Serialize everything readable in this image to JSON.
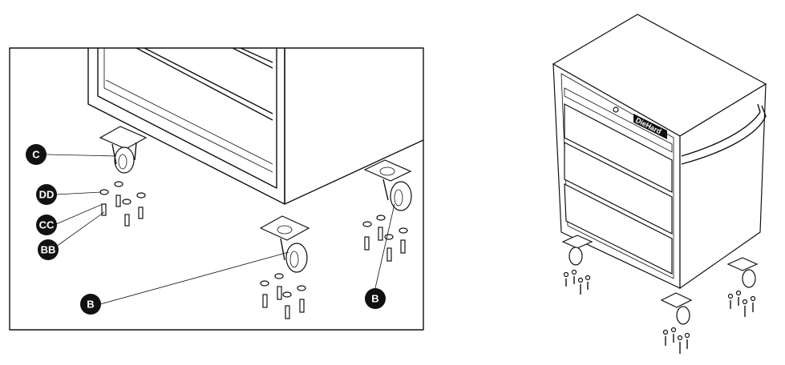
{
  "labels": {
    "caster_fixed": "C",
    "washer": "DD",
    "lock_washer": "CC",
    "bolt": "BB",
    "caster_swivel_front": "B",
    "caster_swivel_right": "B"
  },
  "cabinet": {
    "logo": "DieHard"
  },
  "colors": {
    "line": "#111111",
    "label_fill": "#111111",
    "background": "#ffffff"
  }
}
